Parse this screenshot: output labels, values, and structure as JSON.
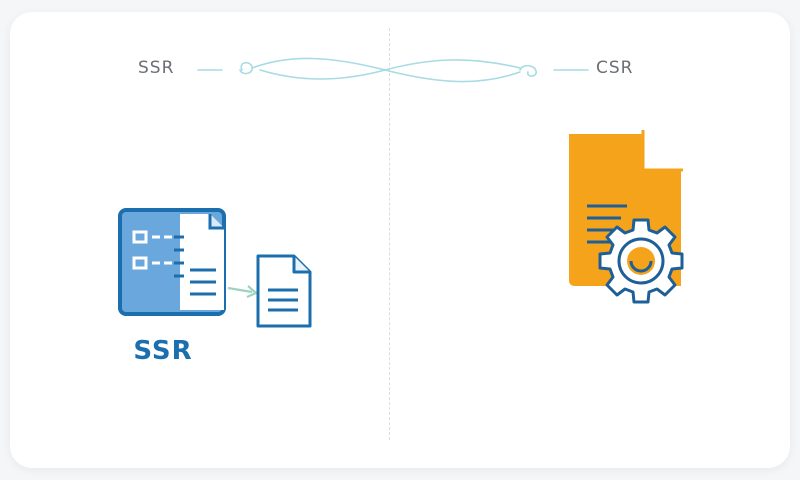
{
  "header": {
    "left_label": "SSR",
    "right_label": "CSR"
  },
  "ssr_panel": {
    "caption": "SSR",
    "icons": [
      "server-page-icon",
      "document-icon",
      "arrow-icon"
    ]
  },
  "csr_panel": {
    "icons": [
      "document-gear-icon"
    ]
  },
  "colors": {
    "ssr_blue": "#1c6fae",
    "ssr_light_blue": "#6aa7dc",
    "arrow_green": "#9fd3c0",
    "csr_orange": "#f5a31a",
    "gear_blue": "#1d5f96",
    "ornament": "#a8dbe4"
  }
}
